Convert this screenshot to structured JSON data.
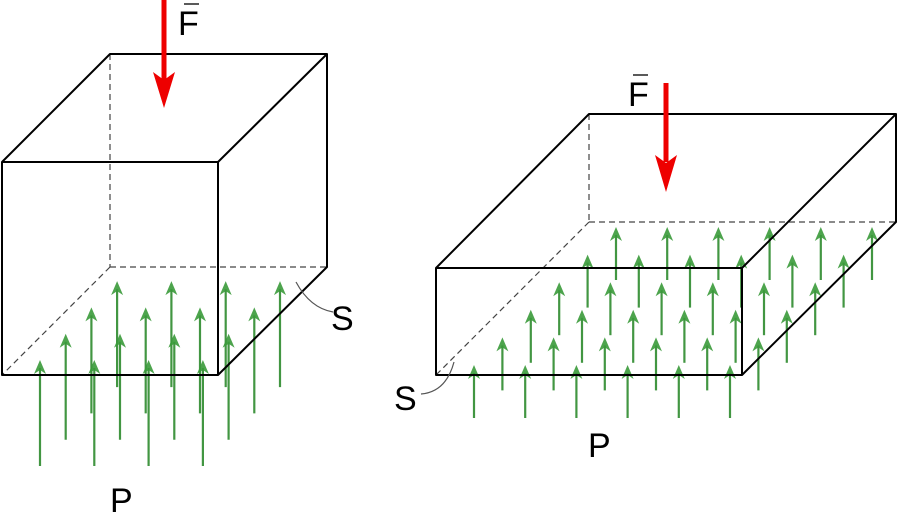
{
  "left_figure": {
    "force_label": "F",
    "surface_label": "S",
    "pressure_label": "P"
  },
  "right_figure": {
    "force_label": "F",
    "surface_label": "S",
    "pressure_label": "P"
  },
  "colors": {
    "force": "#ee0000",
    "pressure": "#2e8b2e",
    "edges": "#000000"
  }
}
